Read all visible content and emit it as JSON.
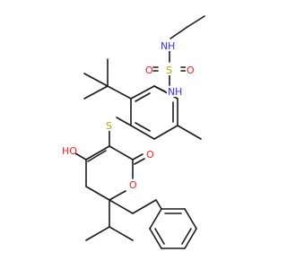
{
  "structure": {
    "atoms": [
      {
        "id": "sulfamide_N1",
        "label": "N",
        "sub": "H",
        "color": "#3333ff"
      },
      {
        "id": "sulfamide_S",
        "label": "S",
        "sub": "",
        "color": "#b8a000"
      },
      {
        "id": "sulfamide_O1",
        "label": "O",
        "sub": "",
        "color": "#ff2020"
      },
      {
        "id": "sulfamide_O2",
        "label": "O",
        "sub": "",
        "color": "#ff2020"
      },
      {
        "id": "sulfamide_N2",
        "label": "N",
        "sub": "H",
        "color": "#3333ff"
      },
      {
        "id": "thioether_S",
        "label": "S",
        "sub": "",
        "color": "#b8a000"
      },
      {
        "id": "hydroxyl_O",
        "label": "HO",
        "sub": "",
        "color": "#ff2020"
      },
      {
        "id": "carbonyl_O",
        "label": "O",
        "sub": "",
        "color": "#ff2020"
      },
      {
        "id": "ring_O",
        "label": "O",
        "sub": "",
        "color": "#ff2020"
      }
    ],
    "bond_color": "#1a1a1a"
  }
}
